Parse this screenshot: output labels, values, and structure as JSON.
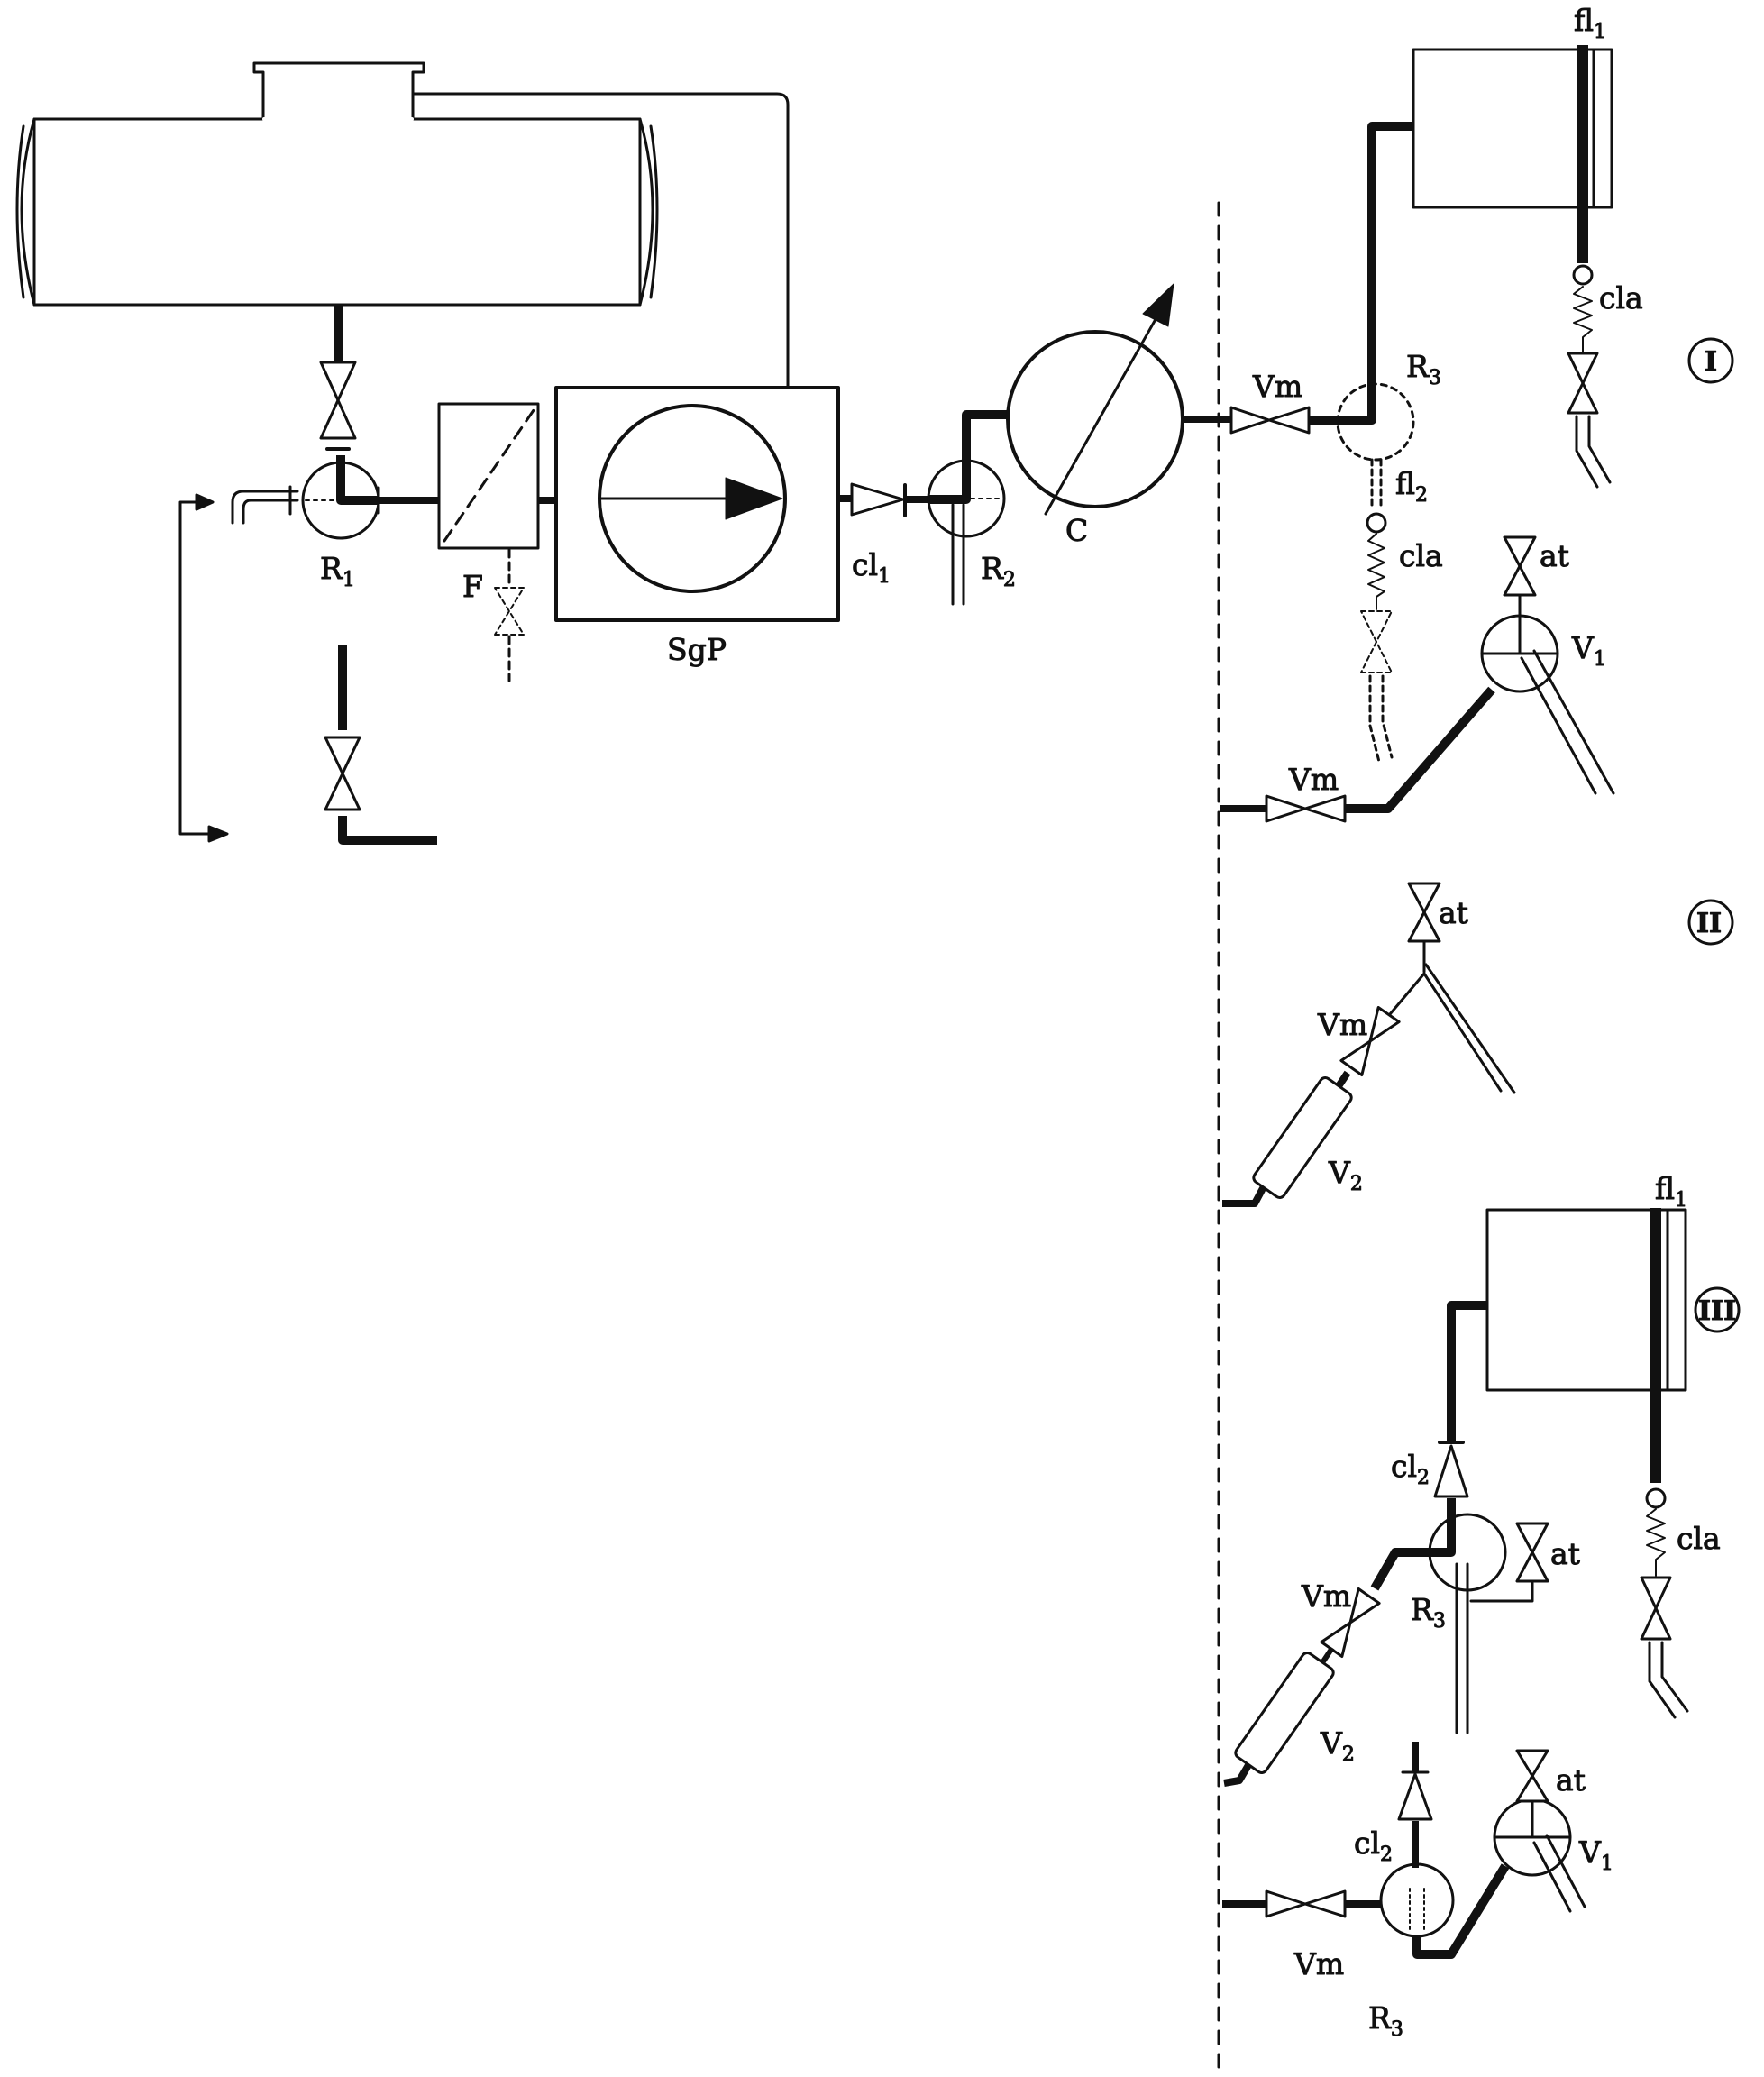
{
  "colors": {
    "ink": "#111111",
    "background": "#ffffff"
  },
  "labels": {
    "R1": {
      "main": "R",
      "sub": "1"
    },
    "F": {
      "main": "F"
    },
    "SgP": {
      "main": "SgP"
    },
    "cl1": {
      "main": "cl",
      "sub": "1"
    },
    "R2": {
      "main": "R",
      "sub": "2"
    },
    "C": {
      "main": "C"
    },
    "I": {
      "vm_top": "Vm",
      "R3": {
        "main": "R",
        "sub": "3"
      },
      "fl1": {
        "main": "fl",
        "sub": "1"
      },
      "cla_right": "cla",
      "fl2": {
        "main": "fl",
        "sub": "2"
      },
      "cla_mid": "cla",
      "at": "at",
      "V1": {
        "main": "V",
        "sub": "1"
      },
      "vm_bottom": "Vm"
    },
    "II": {
      "at": "at",
      "Vm": "Vm",
      "V2": {
        "main": "V",
        "sub": "2"
      }
    },
    "III": {
      "fl1": {
        "main": "fl",
        "sub": "1"
      },
      "cl2": {
        "main": "cl",
        "sub": "2"
      },
      "at": "at",
      "Vm": "Vm",
      "R3": {
        "main": "R",
        "sub": "3"
      },
      "cla": "cla",
      "V2": {
        "main": "V",
        "sub": "2"
      }
    },
    "IIIb": {
      "at": "at",
      "cl2": {
        "main": "cl",
        "sub": "2"
      },
      "V1": {
        "main": "V",
        "sub": "1"
      },
      "Vm": "Vm",
      "R3": {
        "main": "R",
        "sub": "3"
      }
    }
  },
  "sections": [
    {
      "id": "I",
      "label": "I"
    },
    {
      "id": "II",
      "label": "II"
    },
    {
      "id": "III",
      "label": "III"
    }
  ]
}
